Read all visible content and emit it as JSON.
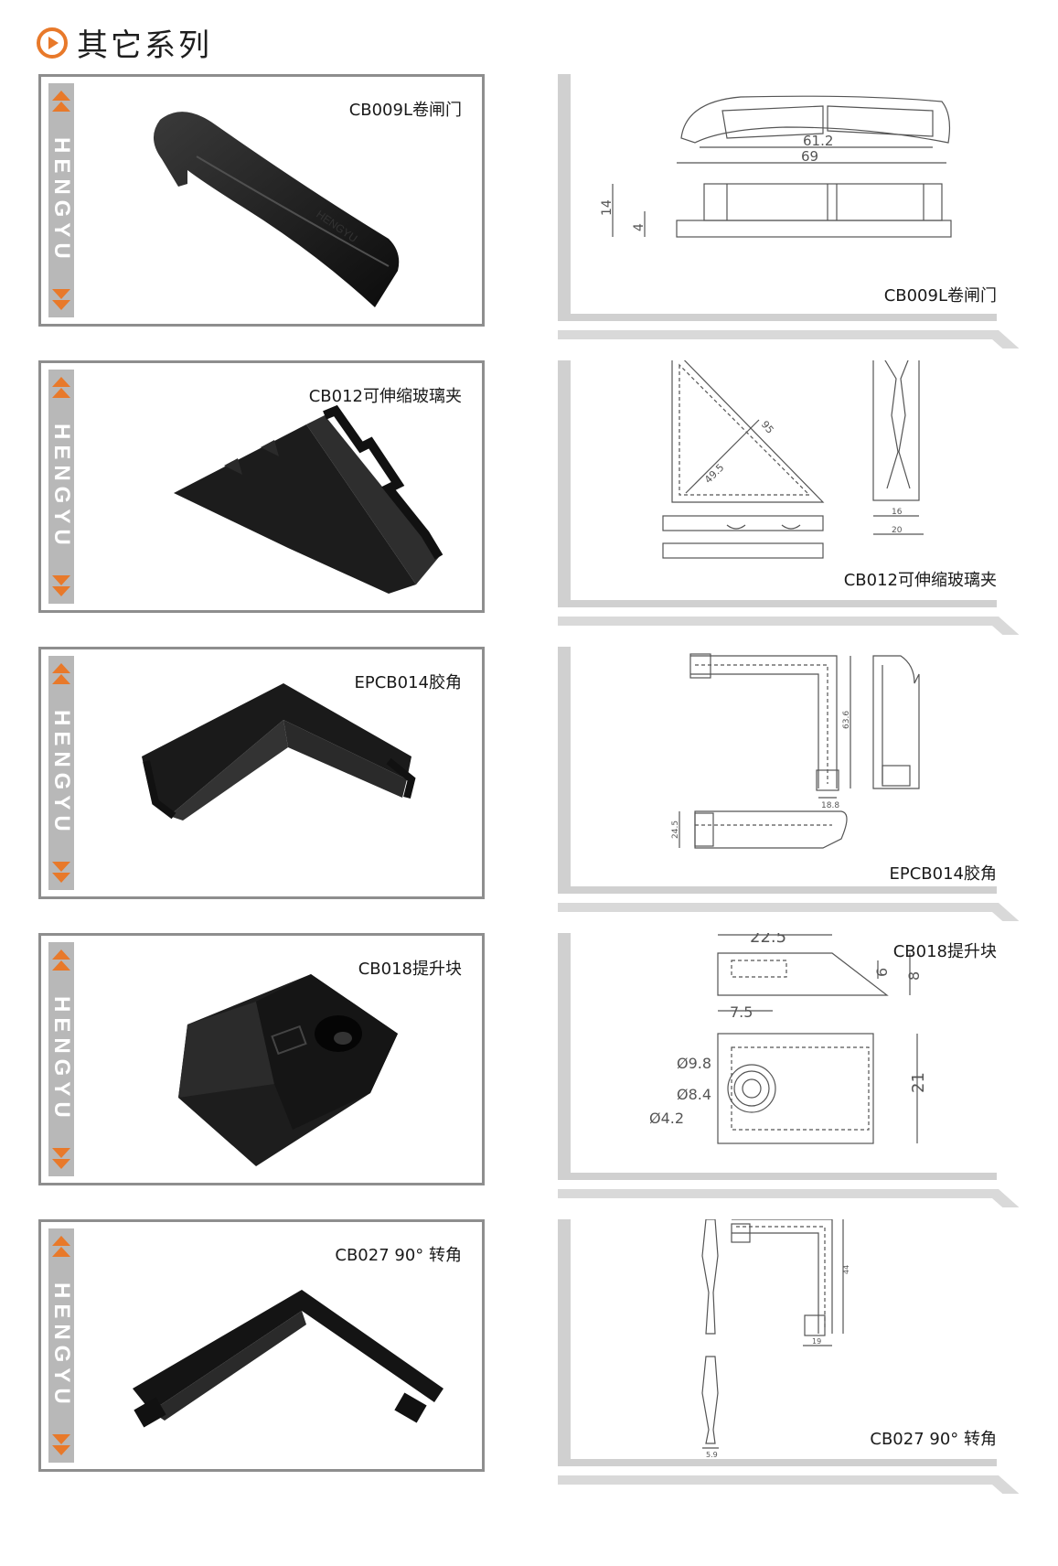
{
  "page": {
    "title": "其它系列",
    "brand": "HENGYU",
    "accent_color": "#e8792a",
    "strip_color": "#b8b8b8",
    "frame_color": "#8e8e8e",
    "icon": "orange-play-circle-icon"
  },
  "products": [
    {
      "photo_label": "CB009L卷闸门",
      "drawing_label": "CB009L卷闸门",
      "dimensions": [
        "61.2",
        "69",
        "14",
        "4"
      ]
    },
    {
      "photo_label": "CB012可伸缩玻璃夹",
      "drawing_label": "CB012可伸缩玻璃夹",
      "dimensions": [
        "95",
        "49.5",
        "16",
        "20"
      ]
    },
    {
      "photo_label": "EPCB014胶角",
      "drawing_label": "EPCB014胶角",
      "dimensions": [
        "63.6",
        "18.8",
        "24.5"
      ]
    },
    {
      "photo_label": "CB018提升块",
      "drawing_label": "CB018提升块",
      "dimensions": [
        "22.5",
        "6",
        "8",
        "7.5",
        "Ø9.8",
        "Ø8.4",
        "Ø4.2",
        "21"
      ]
    },
    {
      "photo_label": "CB027 90° 转角",
      "drawing_label": "CB027 90° 转角",
      "dimensions": [
        "44",
        "19",
        "5.9"
      ]
    }
  ]
}
